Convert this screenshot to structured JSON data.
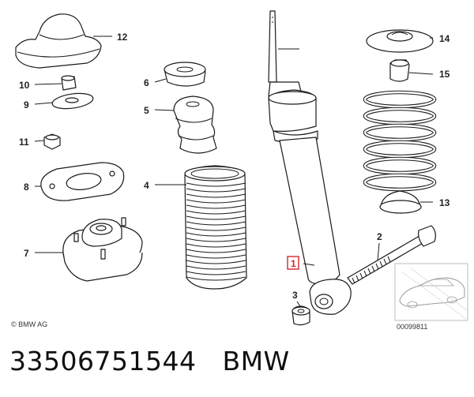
{
  "callouts": [
    {
      "num": "1",
      "highlighted": true
    },
    {
      "num": "2"
    },
    {
      "num": "3"
    },
    {
      "num": "4"
    },
    {
      "num": "5"
    },
    {
      "num": "6"
    },
    {
      "num": "7"
    },
    {
      "num": "8"
    },
    {
      "num": "9"
    },
    {
      "num": "10"
    },
    {
      "num": "11"
    },
    {
      "num": "12"
    },
    {
      "num": "13"
    },
    {
      "num": "14"
    },
    {
      "num": "15"
    }
  ],
  "copyright": "© BMW AG",
  "diagram_code": "00099811",
  "part_number": "33506751544",
  "brand": "BMW",
  "colors": {
    "highlight": "#d9262e",
    "line": "#1a1a1a"
  }
}
